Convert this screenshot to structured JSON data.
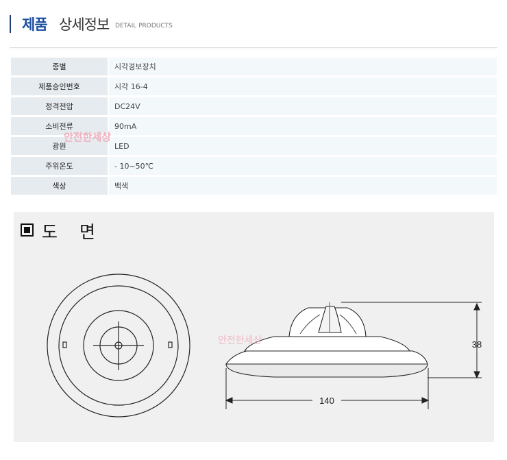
{
  "header": {
    "title_bold": "제품",
    "title_normal": "상세정보",
    "subtitle": "DETAIL PRODUCTS"
  },
  "specs": [
    {
      "label": "종별",
      "value": "시각경보장치"
    },
    {
      "label": "제품승인번호",
      "value": "시각 16-4"
    },
    {
      "label": "정격전압",
      "value": "DC24V"
    },
    {
      "label": "소비전류",
      "value": "90mA"
    },
    {
      "label": "광원",
      "value": "LED"
    },
    {
      "label": "주위온도",
      "value": "- 10~50℃"
    },
    {
      "label": "색상",
      "value": "백색"
    }
  ],
  "watermark": "안전한세상",
  "drawing": {
    "title": "도 면",
    "dim_height": "38",
    "dim_width": "140"
  },
  "colors": {
    "title_blue": "#1c4ea0",
    "label_bg": "#e6ebef",
    "value_bg": "#f3f8fb",
    "panel_bg": "#f0f0f0"
  }
}
